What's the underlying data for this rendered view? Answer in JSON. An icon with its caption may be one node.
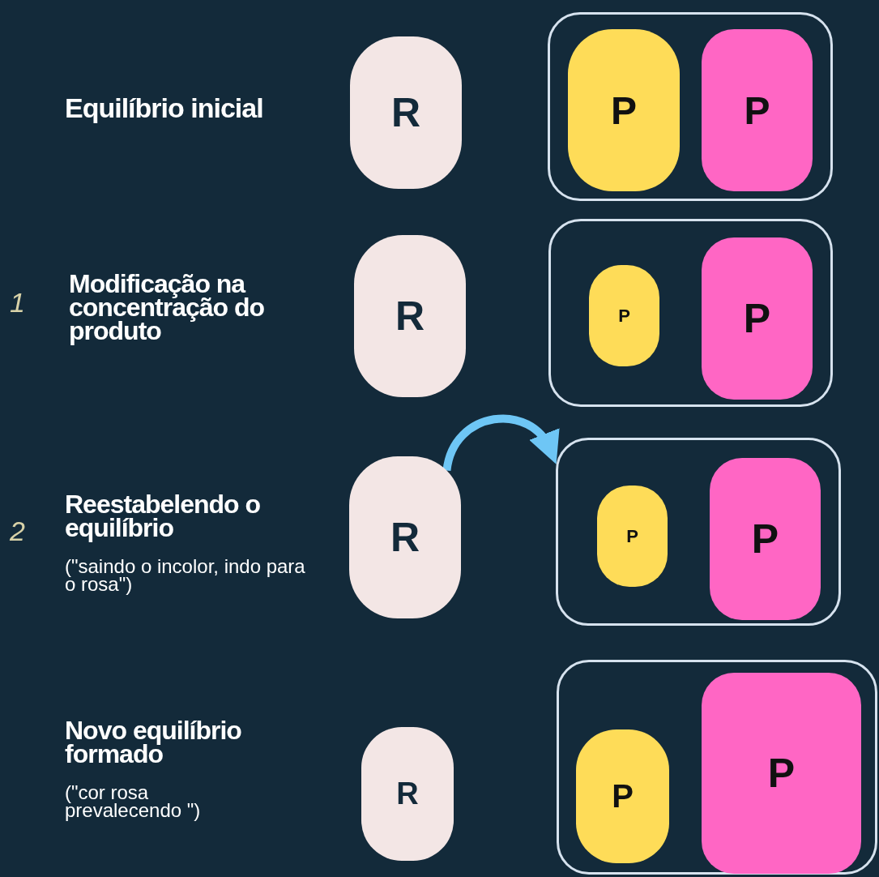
{
  "diagram": {
    "nodes": [
      {
        "text": [
          "R"
        ]
      },
      {
        "text": [],
        "shape": "box"
      },
      {
        "text": [
          "P"
        ],
        "in": 1
      },
      {
        "text": [
          "P"
        ],
        "in": 1
      },
      {
        "text": [
          "R"
        ]
      },
      {
        "text": [],
        "shape": "box"
      },
      {
        "text": [
          "P"
        ],
        "in": 5
      },
      {
        "text": [
          "P"
        ],
        "in": 5
      },
      {
        "text": [
          "R"
        ]
      },
      {
        "text": [],
        "shape": "box"
      },
      {
        "text": [
          "P"
        ],
        "in": 9
      },
      {
        "text": [
          "P"
        ],
        "in": 9
      },
      {
        "text": [
          "R"
        ]
      },
      {
        "text": [],
        "shape": "box"
      },
      {
        "text": [
          "P"
        ],
        "in": 13
      },
      {
        "text": [
          "P"
        ],
        "in": 13
      }
    ],
    "edges": [
      {
        "from": 8,
        "to": 9,
        "arrow": "to"
      }
    ],
    "labels": [
      "Equilíbrio inicial",
      "1",
      "Modificação na concentração do produto",
      "2",
      "Reestabelendo o equilíbrio",
      "(\"saindo o incolor, indo para o rosa\")",
      "Novo equilíbrio formado",
      "(\"cor rosa prevalecendo \")"
    ]
  }
}
